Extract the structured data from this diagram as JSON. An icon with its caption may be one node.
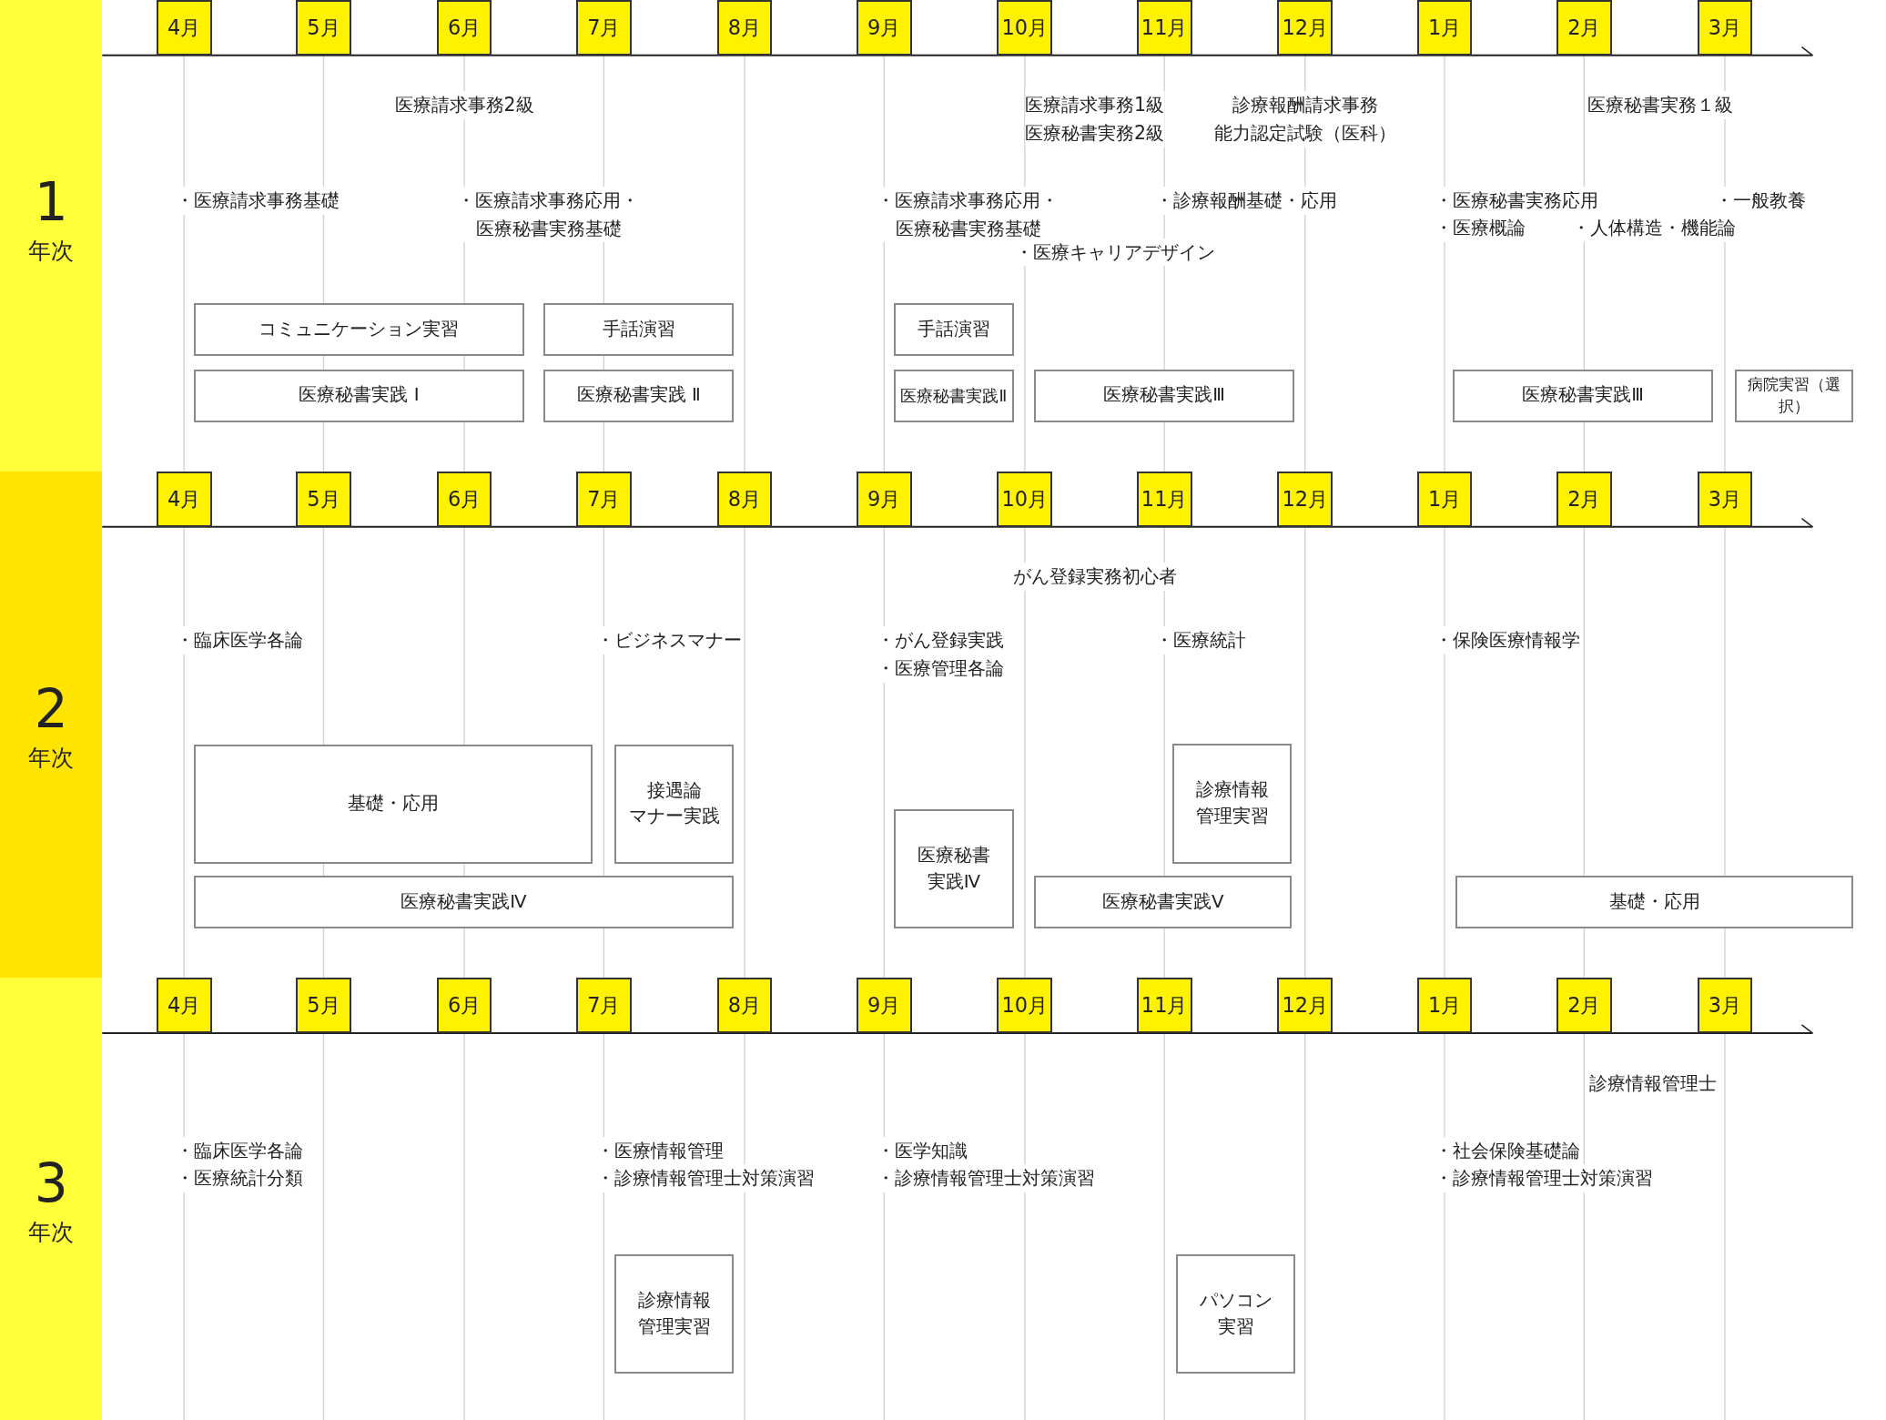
{
  "diagram": {
    "nodes": [
      {
        "text": [
          "1",
          "年次"
        ]
      },
      {
        "text": [
          "4月"
        ]
      },
      {
        "text": [
          "5月"
        ]
      },
      {
        "text": [
          "6月"
        ]
      },
      {
        "text": [
          "7月"
        ]
      },
      {
        "text": [
          "8月"
        ]
      },
      {
        "text": [
          "9月"
        ]
      },
      {
        "text": [
          "10月"
        ]
      },
      {
        "text": [
          "11月"
        ]
      },
      {
        "text": [
          "12月"
        ]
      },
      {
        "text": [
          "1月"
        ]
      },
      {
        "text": [
          "2月"
        ]
      },
      {
        "text": [
          "3月"
        ]
      },
      {
        "text": [
          "コミュニケーション実習"
        ]
      },
      {
        "text": [
          "手話演習"
        ]
      },
      {
        "text": [
          "手話演習"
        ]
      },
      {
        "text": [
          "医療秘書実践 Ⅰ"
        ]
      },
      {
        "text": [
          "医療秘書実践 Ⅱ"
        ]
      },
      {
        "text": [
          "医療秘書実践Ⅱ"
        ]
      },
      {
        "text": [
          "医療秘書実践Ⅲ"
        ]
      },
      {
        "text": [
          "医療秘書実践Ⅲ"
        ]
      },
      {
        "text": [
          "病院実習（選択）"
        ]
      },
      {
        "text": [
          "2",
          "年次"
        ]
      },
      {
        "text": [
          "4月"
        ]
      },
      {
        "text": [
          "5月"
        ]
      },
      {
        "text": [
          "6月"
        ]
      },
      {
        "text": [
          "7月"
        ]
      },
      {
        "text": [
          "8月"
        ]
      },
      {
        "text": [
          "9月"
        ]
      },
      {
        "text": [
          "10月"
        ]
      },
      {
        "text": [
          "11月"
        ]
      },
      {
        "text": [
          "12月"
        ]
      },
      {
        "text": [
          "1月"
        ]
      },
      {
        "text": [
          "2月"
        ]
      },
      {
        "text": [
          "3月"
        ]
      },
      {
        "text": [
          "基礎・応用"
        ]
      },
      {
        "text": [
          "接遇論",
          "マナー実践"
        ]
      },
      {
        "text": [
          "診療情報管理実習"
        ]
      },
      {
        "text": [
          "医療秘書実践Ⅳ"
        ]
      },
      {
        "text": [
          "医療秘書実践Ⅳ"
        ]
      },
      {
        "text": [
          "医療秘書実践Ⅴ"
        ]
      },
      {
        "text": [
          "基礎・応用"
        ]
      },
      {
        "text": [
          "3",
          "年次"
        ]
      },
      {
        "text": [
          "4月"
        ]
      },
      {
        "text": [
          "5月"
        ]
      },
      {
        "text": [
          "6月"
        ]
      },
      {
        "text": [
          "7月"
        ]
      },
      {
        "text": [
          "8月"
        ]
      },
      {
        "text": [
          "9月"
        ]
      },
      {
        "text": [
          "10月"
        ]
      },
      {
        "text": [
          "11月"
        ]
      },
      {
        "text": [
          "12月"
        ]
      },
      {
        "text": [
          "1月"
        ]
      },
      {
        "text": [
          "2月"
        ]
      },
      {
        "text": [
          "3月"
        ]
      },
      {
        "text": [
          "診療情報管理実習"
        ]
      },
      {
        "text": [
          "パソコン実習"
        ]
      }
    ],
    "labels": [
      "医療請求事務2級",
      "医療請求事務1級",
      "医療秘書実務2級",
      "診療報酬請求事務",
      "能力認定試験（医科）",
      "医療秘書実務１級",
      "・医療請求事務基礎",
      "・医療請求事務応用・医療秘書実務基礎",
      "・医療請求事務応用・医療秘書実務基礎",
      "・診療報酬基礎・応用",
      "・医療秘書実務応用",
      "・医療概論",
      "・人体構造・機能論",
      "・一般教養",
      "・医療キャリアデザイン",
      "がん登録実務初心者",
      "・臨床医学各論",
      "・ビジネスマナー",
      "・がん登録実践",
      "・医療統計",
      "・保険医療情報学",
      "・医療管理各論",
      "診療情報管理士",
      "・臨床医学各論",
      "・医療情報管理",
      "・医学知識",
      "・社会保険基礎論",
      "・医療統計分類",
      "・診療情報管理士対策演習",
      "・診療情報管理士対策演習",
      "・診療情報管理士対策演習"
    ]
  }
}
